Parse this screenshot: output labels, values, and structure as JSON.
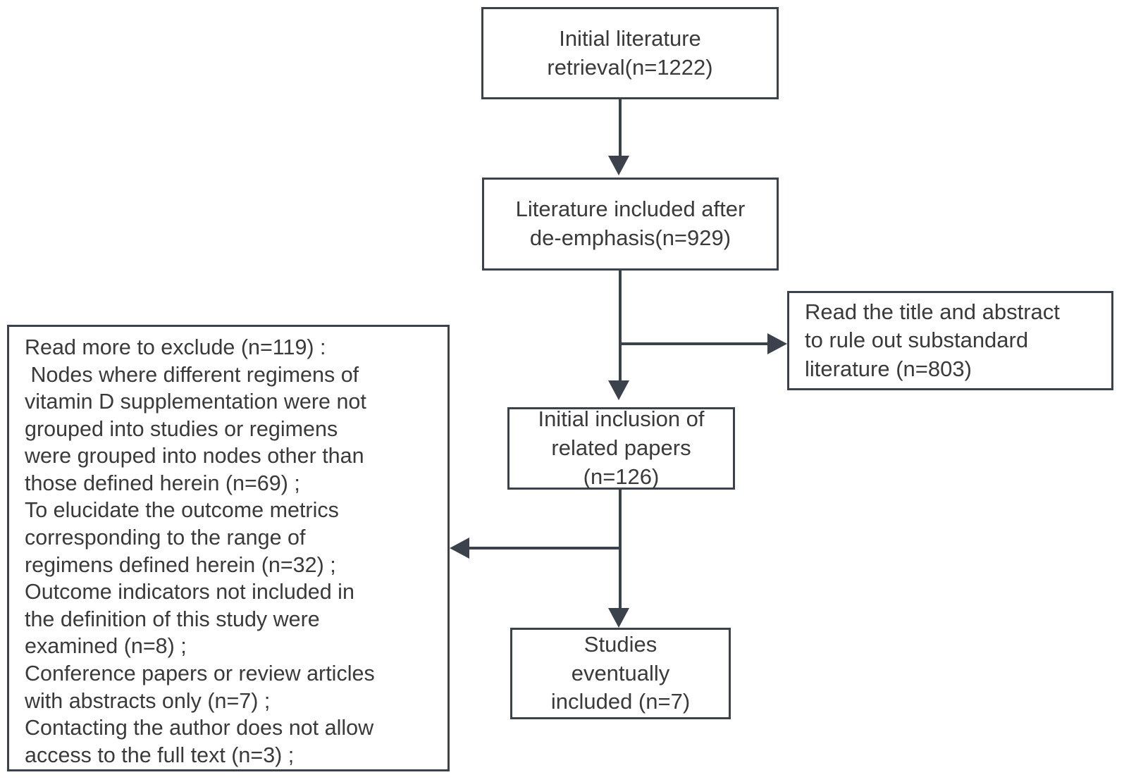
{
  "diagram": {
    "title": "PRISMA-style literature screening flow chart",
    "colors": {
      "stroke": "#3c424b",
      "text": "#3a3a3a",
      "background": "#ffffff"
    },
    "nodes": {
      "initial_retrieval": {
        "lines": [
          "Initial literature",
          "retrieval(n=1222)"
        ],
        "count": 1222
      },
      "after_deemphasis": {
        "lines": [
          "Literature included after",
          "de-emphasis(n=929)"
        ],
        "count": 929
      },
      "title_abstract_exclusion": {
        "lines": [
          "Read the title and abstract",
          "to rule out substandard",
          "literature (n=803)"
        ],
        "count": 803
      },
      "initial_inclusion": {
        "lines": [
          "Initial inclusion of",
          "related papers",
          "(n=126)"
        ],
        "count": 126
      },
      "final_studies": {
        "lines": [
          "Studies",
          "eventually",
          "included (n=7)"
        ],
        "count": 7
      },
      "full_text_exclusions": {
        "lines": [
          "Read more to exclude (n=119) :",
          " Nodes where different regimens of",
          "vitamin D supplementation were not",
          "grouped into studies or regimens",
          "were grouped into nodes other than",
          "those defined herein (n=69) ;",
          "To elucidate the outcome metrics",
          "corresponding to the range of",
          "regimens defined herein (n=32) ;",
          "Outcome indicators not included in",
          "the definition of this study were",
          "examined (n=8) ;",
          "Conference papers or review articles",
          "with abstracts only (n=7) ;",
          "Contacting the author does not allow",
          "access to the full text (n=3) ;"
        ],
        "total": 119,
        "reasons": [
          {
            "label": "Nodes where different regimens of vitamin D supplementation were not grouped into studies or regimens were grouped into nodes other than those defined herein",
            "count": 69
          },
          {
            "label": "To elucidate the outcome metrics corresponding to the range of regimens defined herein",
            "count": 32
          },
          {
            "label": "Outcome indicators not included in the definition of this study were examined",
            "count": 8
          },
          {
            "label": "Conference papers or review articles with abstracts only",
            "count": 7
          },
          {
            "label": "Contacting the author does not allow access to the full text",
            "count": 3
          }
        ]
      }
    },
    "connectors": [
      {
        "from": "initial_retrieval",
        "to": "after_deemphasis",
        "direction": "down"
      },
      {
        "from": "after_deemphasis",
        "to": "initial_inclusion",
        "direction": "down"
      },
      {
        "from": "after_deemphasis",
        "to": "title_abstract_exclusion",
        "direction": "right"
      },
      {
        "from": "initial_inclusion",
        "to": "final_studies",
        "direction": "down"
      },
      {
        "from": "initial_inclusion",
        "to": "full_text_exclusions",
        "direction": "left"
      }
    ]
  }
}
